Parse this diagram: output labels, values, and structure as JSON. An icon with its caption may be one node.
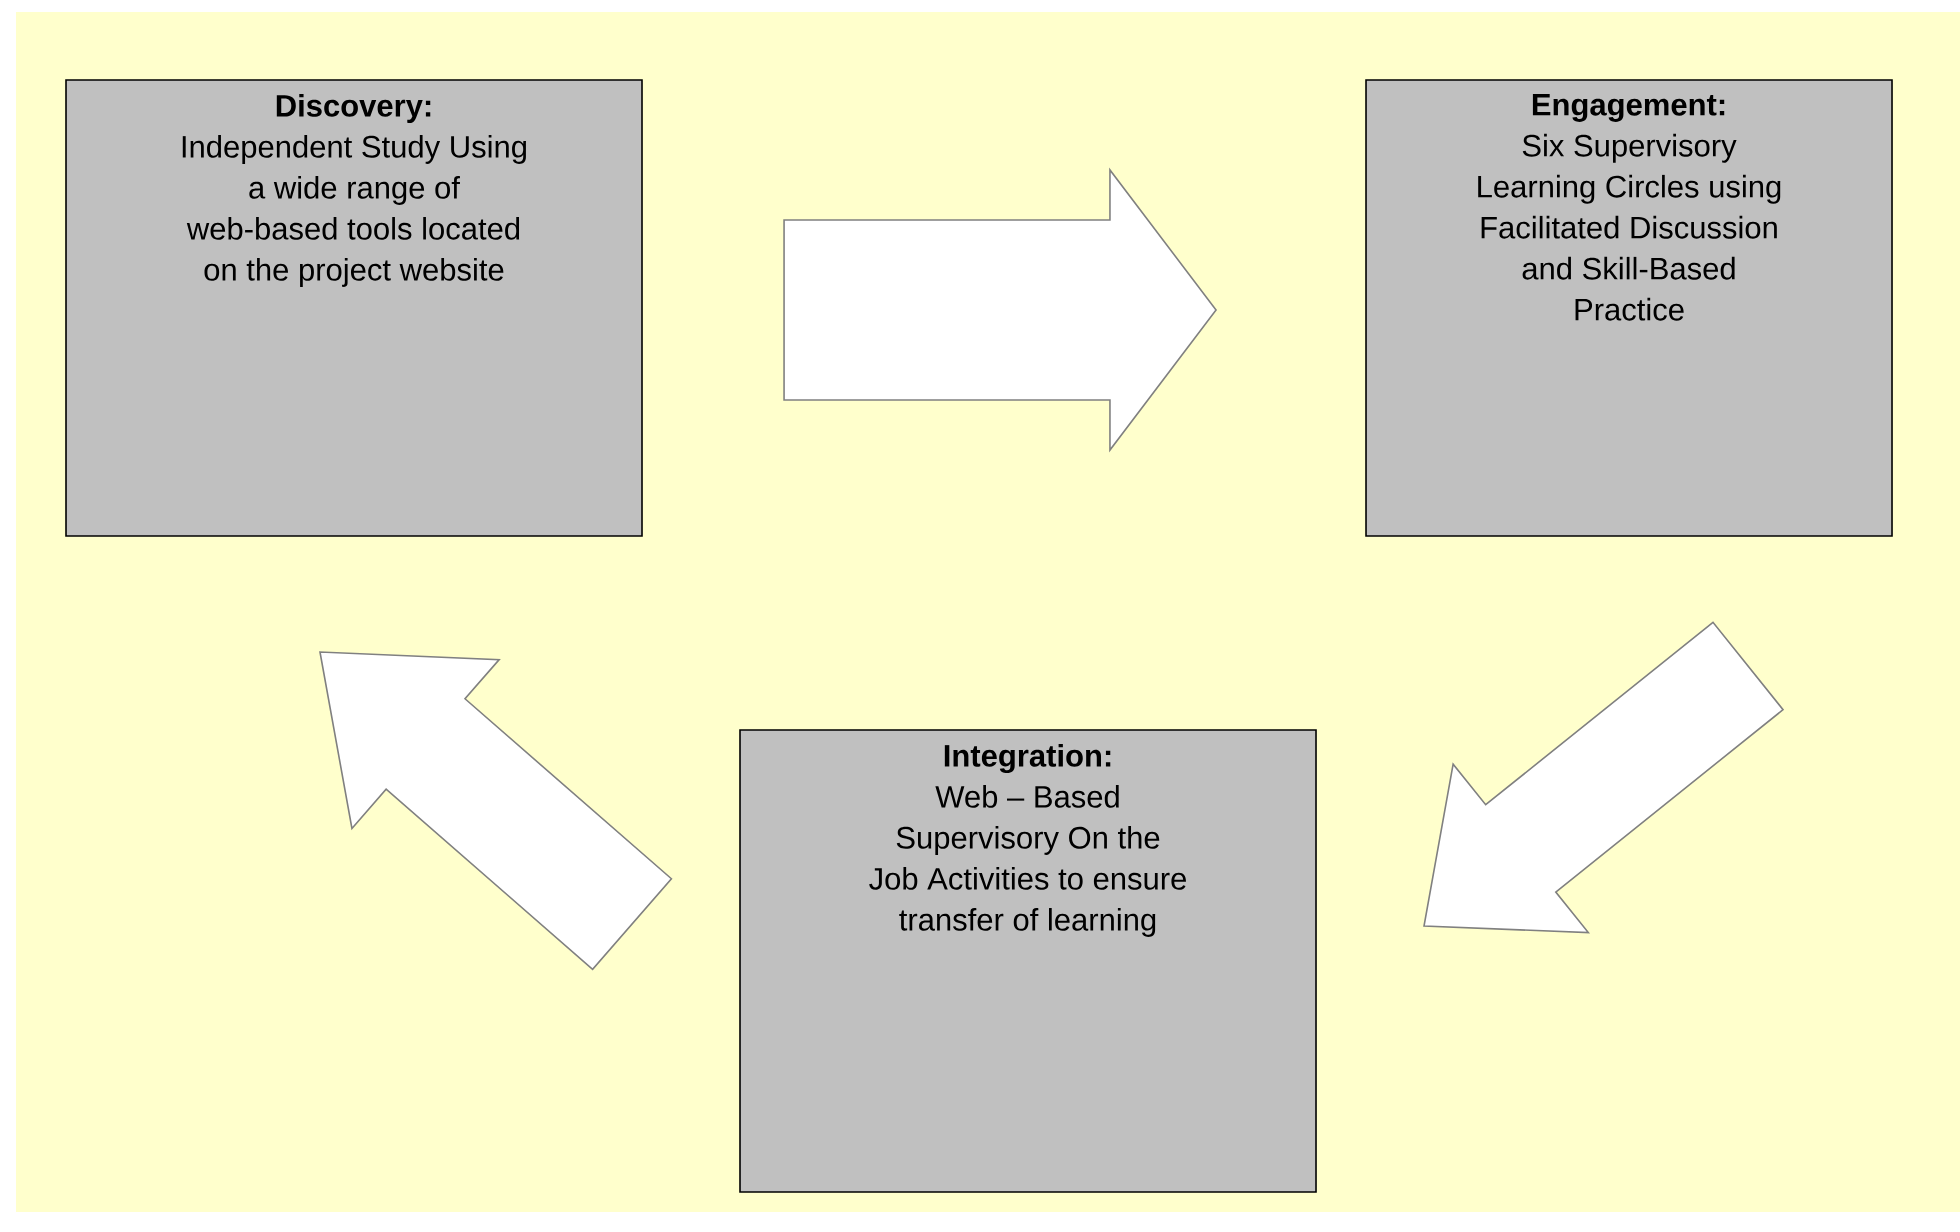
{
  "diagram": {
    "nodes": [
      {
        "text": [
          "Discovery:",
          "Independent Study Using a wide range of web-based tools located on the project website"
        ]
      },
      {
        "text": [
          "Engagement:",
          "Six Supervisory Learning Circles using Facilitated Discussion and Skill-Based Practice"
        ]
      },
      {
        "text": [
          "Integration:",
          "Web – Based Supervisory On the Job Activities to ensure transfer of learning"
        ]
      }
    ],
    "edges": [
      {
        "from": 0,
        "to": 1,
        "arrow": "to"
      },
      {
        "from": 1,
        "to": 2,
        "arrow": "to"
      },
      {
        "from": 2,
        "to": 0,
        "arrow": "to"
      }
    ]
  }
}
